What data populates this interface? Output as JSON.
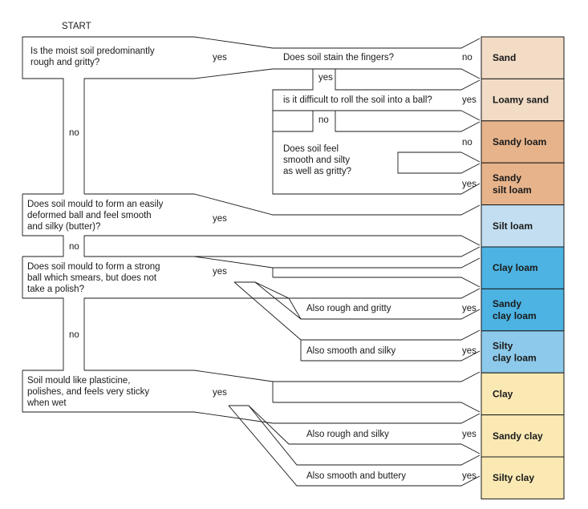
{
  "start_label": "START",
  "questions": [
    {
      "id": "q1",
      "lines": [
        "Is the moist soil predominantly",
        "rough and gritty?"
      ]
    },
    {
      "id": "q1a",
      "lines": [
        "Does soil stain the fingers?"
      ]
    },
    {
      "id": "q1b",
      "lines": [
        "is it difficult to roll the soil into a ball?"
      ]
    },
    {
      "id": "q1c",
      "lines": [
        "Does soil feel",
        "smooth and silty",
        "as well as gritty?"
      ]
    },
    {
      "id": "q2",
      "lines": [
        "Does soil mould to form an easily",
        "deformed ball and feel smooth",
        "and silky (butter)?"
      ]
    },
    {
      "id": "q3",
      "lines": [
        "Does soil mould to form a strong",
        "ball which smears, but does not",
        "take a polish?"
      ]
    },
    {
      "id": "q3a",
      "lines": [
        "Also rough and gritty"
      ]
    },
    {
      "id": "q3b",
      "lines": [
        "Also smooth and silky"
      ]
    },
    {
      "id": "q4",
      "lines": [
        "Soil mould like plasticine,",
        "polishes, and feels very sticky",
        "when wet"
      ]
    },
    {
      "id": "q4a",
      "lines": [
        "Also rough and silky"
      ]
    },
    {
      "id": "q4b",
      "lines": [
        "Also smooth and buttery"
      ]
    }
  ],
  "answers": [
    {
      "id": "a1",
      "text": "yes"
    },
    {
      "id": "a2",
      "text": "no"
    },
    {
      "id": "a3",
      "text": "no"
    },
    {
      "id": "a4",
      "text": "yes"
    },
    {
      "id": "a5",
      "text": "yes"
    },
    {
      "id": "a6",
      "text": "no"
    },
    {
      "id": "a7",
      "text": "no"
    },
    {
      "id": "a8",
      "text": "yes"
    },
    {
      "id": "a9",
      "text": "yes"
    },
    {
      "id": "a10",
      "text": "no"
    },
    {
      "id": "a11",
      "text": "yes"
    },
    {
      "id": "a12",
      "text": "no"
    },
    {
      "id": "a13",
      "text": "yes"
    },
    {
      "id": "a14",
      "text": "yes"
    },
    {
      "id": "a15",
      "text": "yes"
    },
    {
      "id": "a16",
      "text": "yes"
    },
    {
      "id": "a17",
      "text": "yes"
    }
  ],
  "classes": [
    {
      "lines": [
        "Sand"
      ],
      "color": "#f2dcc6"
    },
    {
      "lines": [
        "Loamy sand"
      ],
      "color": "#f2dcc6"
    },
    {
      "lines": [
        "Sandy loam"
      ],
      "color": "#e6b38b"
    },
    {
      "lines": [
        "Sandy",
        "silt loam"
      ],
      "color": "#e6b38b"
    },
    {
      "lines": [
        "Silt loam"
      ],
      "color": "#c2def0"
    },
    {
      "lines": [
        "Clay loam"
      ],
      "color": "#4cb3e2"
    },
    {
      "lines": [
        "Sandy",
        "clay loam"
      ],
      "color": "#4cb3e2"
    },
    {
      "lines": [
        "Silty",
        "clay loam"
      ],
      "color": "#8dc9ea"
    },
    {
      "lines": [
        "Clay"
      ],
      "color": "#fbe9b4"
    },
    {
      "lines": [
        "Sandy clay"
      ],
      "color": "#fbe9b4"
    },
    {
      "lines": [
        "Silty clay"
      ],
      "color": "#fbe9b4"
    }
  ]
}
